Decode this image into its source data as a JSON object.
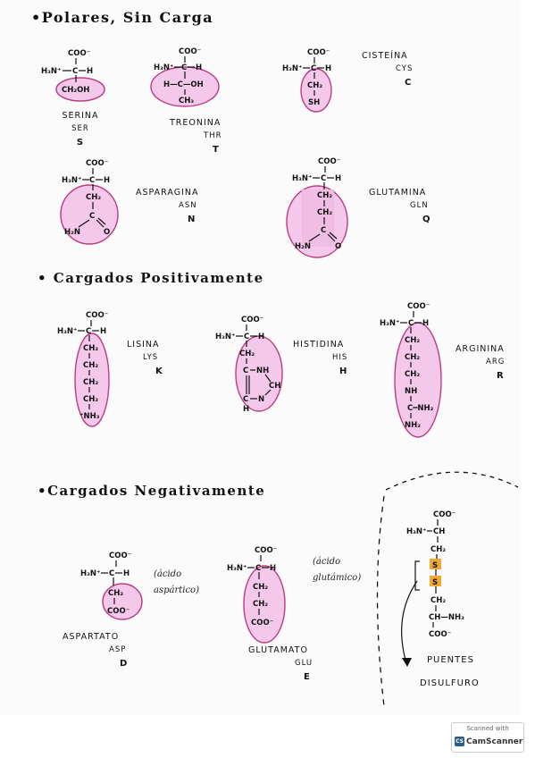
{
  "sections": {
    "polar": "•Polares, Sin Carga",
    "positive": "• Cargados  Positivamente",
    "negative": "•Cargados  Negativamente"
  },
  "chem": {
    "coo": "COO⁻",
    "h3n": "H₃N⁺",
    "c": "C",
    "h": "H",
    "ch2oh": "CH₂OH",
    "hcoh": "H—C—OH",
    "ch3": "CH₃",
    "ch2": "CH₂",
    "sh": "SH",
    "h2n": "H₂N",
    "o": "O",
    "nh": "NH",
    "n": "N",
    "ch": "CH",
    "nh3": "⁺NH₃",
    "nh2": "NH₂",
    "cnh2": "C═NH₂",
    "s": "S",
    "chnh3": "CH—NH₃"
  },
  "amino_acids": [
    {
      "name": "SERINA",
      "code3": "SER",
      "code1": "S"
    },
    {
      "name": "TREONINA",
      "code3": "THR",
      "code1": "T"
    },
    {
      "name": "CISTEÍNA",
      "code3": "CYS",
      "code1": "C"
    },
    {
      "name": "ASPARAGINA",
      "code3": "ASN",
      "code1": "N"
    },
    {
      "name": "GLUTAMINA",
      "code3": "GLN",
      "code1": "Q"
    },
    {
      "name": "LISINA",
      "code3": "LYS",
      "code1": "K"
    },
    {
      "name": "HISTIDINA",
      "code3": "HIS",
      "code1": "H"
    },
    {
      "name": "ARGININA",
      "code3": "ARG",
      "code1": "R"
    },
    {
      "name": "ASPARTATO",
      "code3": "ASP",
      "code1": "D"
    },
    {
      "name": "GLUTAMATO",
      "code3": "GLU",
      "code1": "E"
    }
  ],
  "notes": {
    "aspartic": [
      "(ácido",
      "aspártico)"
    ],
    "glutamic": [
      "(ácido",
      "glutámico)"
    ],
    "disulfide": [
      "PUENTES",
      "DISULFURO"
    ]
  },
  "badge": {
    "scanned_with": "Scanned with",
    "app": "CamScanner"
  },
  "colors": {
    "highlight": "#f3c6ea",
    "highlight_stroke": "#b8327a",
    "sulfur": "#f0a830"
  }
}
